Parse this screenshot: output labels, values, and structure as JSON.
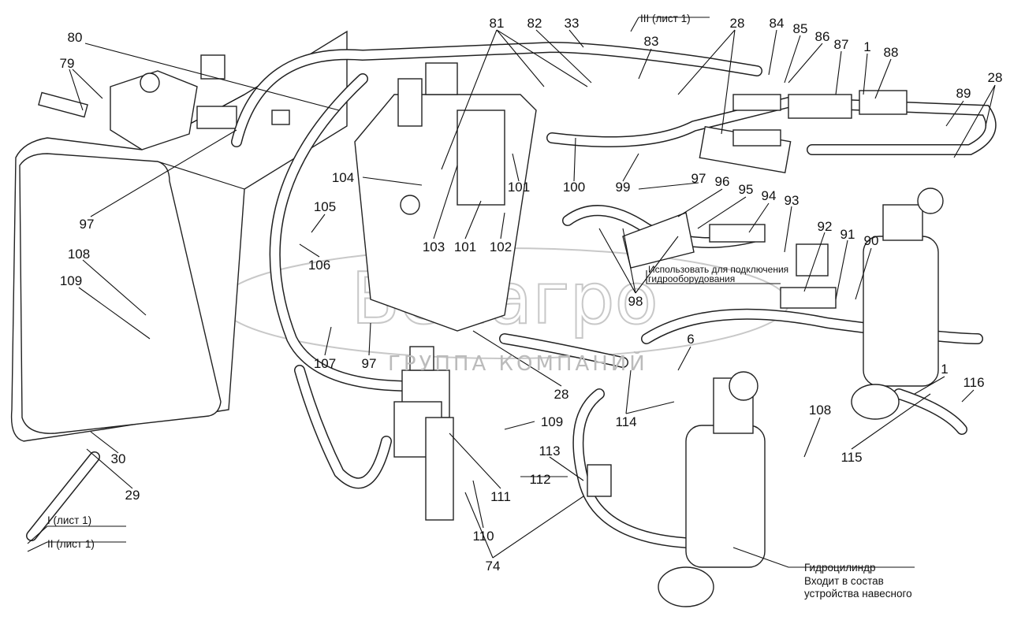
{
  "watermark": {
    "logo": "Белагро",
    "subtitle": "ГРУППА КОМПАНИЙ"
  },
  "callouts": {
    "c80": "80",
    "c79": "79",
    "c97a": "97",
    "c108a": "108",
    "c109a": "109",
    "c30": "30",
    "c29": "29",
    "c81": "81",
    "c82": "82",
    "c33": "33",
    "c83": "83",
    "c28a": "28",
    "c84": "84",
    "c85": "85",
    "c86": "86",
    "c87": "87",
    "c1a": "1",
    "c88": "88",
    "c89": "89",
    "c28b": "28",
    "c104": "104",
    "c101a": "101",
    "c100": "100",
    "c99": "99",
    "c97b": "97",
    "c96": "96",
    "c95": "95",
    "c94": "94",
    "c93": "93",
    "c92": "92",
    "c91": "91",
    "c90": "90",
    "c105": "105",
    "c106": "106",
    "c103": "103",
    "c101b": "101",
    "c102": "102",
    "c98": "98",
    "c107": "107",
    "c97c": "97",
    "c28c": "28",
    "c6": "6",
    "c109b": "109",
    "c114": "114",
    "c108b": "108",
    "c116": "116",
    "c1b": "1",
    "c115": "115",
    "c113": "113",
    "c112": "112",
    "c111": "111",
    "c110": "110",
    "c74": "74"
  },
  "references": {
    "sheet1": "I (лист 1)",
    "sheet2": "II (лист 1)",
    "sheet3": "III (лист 1)"
  },
  "notes": {
    "equipment_line1": "Использовать для подключения",
    "equipment_line2": "гидрооборудования",
    "cylinder_title": "Гидроцилиндр",
    "cylinder_line1": "Входит в состав",
    "cylinder_line2": "устройства навесного"
  }
}
